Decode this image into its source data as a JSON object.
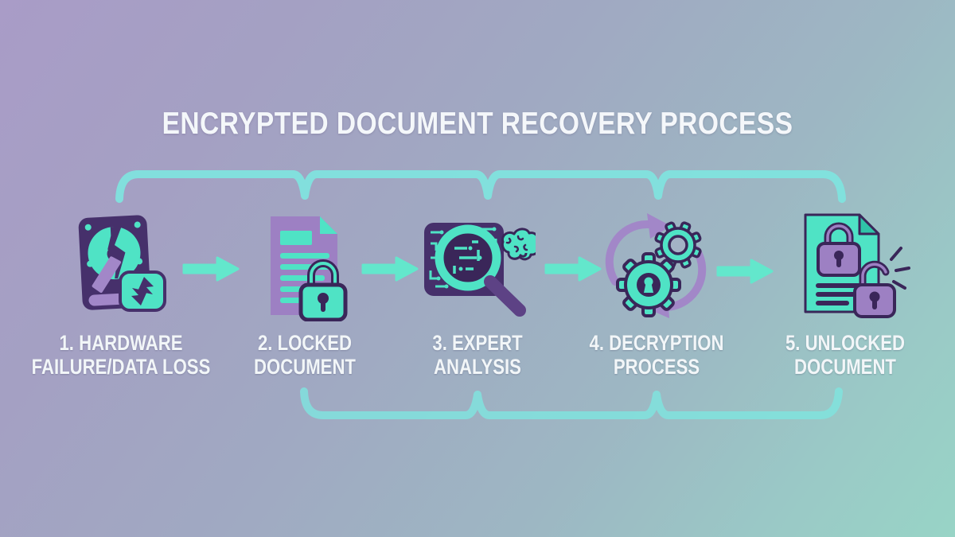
{
  "title": "ENCRYPTED DOCUMENT RECOVERY PROCESS",
  "steps": [
    {
      "line1": "1. HARDWARE",
      "line2": "FAILURE/DATA LOSS",
      "icon": "hard-drive-failure-icon"
    },
    {
      "line1": "2. LOCKED",
      "line2": "DOCUMENT",
      "icon": "locked-document-icon"
    },
    {
      "line1": "3. EXPERT",
      "line2": "ANALYSIS",
      "icon": "expert-analysis-icon"
    },
    {
      "line1": "4. DECRYPTION",
      "line2": "PROCESS",
      "icon": "decryption-process-icon"
    },
    {
      "line1": "5. UNLOCKED",
      "line2": "DOCUMENT",
      "icon": "unlocked-document-icon"
    }
  ],
  "connectors": {
    "top_brace_spans_steps": "1-5",
    "bottom_brace_spans_steps": "2-5",
    "flow_arrow_count": 4
  },
  "colors": {
    "icon_teal": "#4fe3c5",
    "icon_dark_purple": "#46306b",
    "icon_lavender": "#9d80c3",
    "brace_cyan": "#7fe6e0",
    "arrow_teal": "#63e7cc",
    "text_white": "#f4f7fa",
    "bg_top_left": "#a99cc7",
    "bg_bottom_right": "#98d4c6"
  }
}
